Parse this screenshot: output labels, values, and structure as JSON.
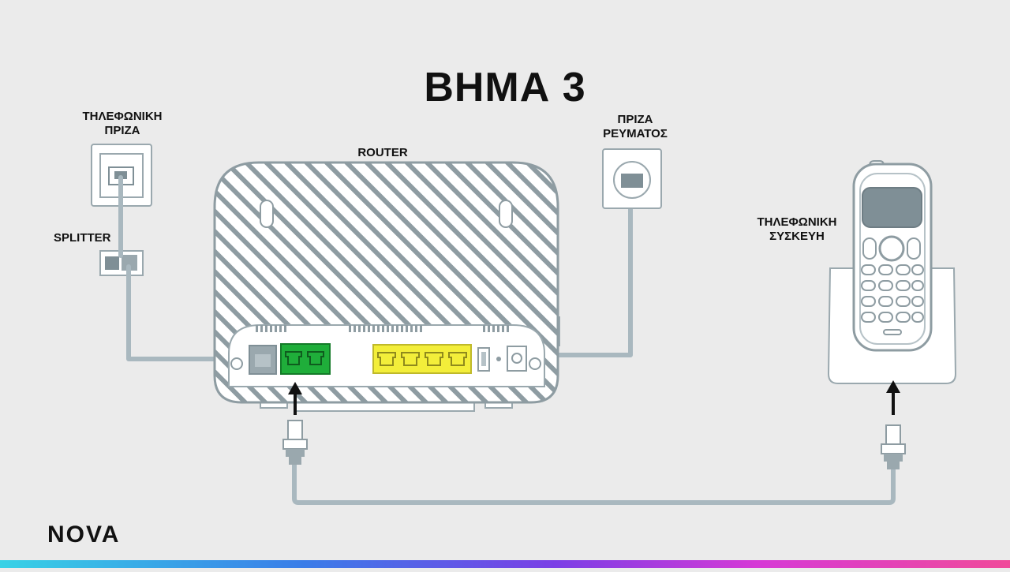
{
  "title": "ΒΗΜΑ 3",
  "labels": {
    "wall_socket": "ΤΗΛΕΦΩΝΙΚΗ\nΠΡΙΖΑ",
    "router": "ROUTER",
    "power_socket": "ΠΡΙΖΑ\nΡΕΥΜΑΤΟΣ",
    "splitter": "SPLITTER",
    "phone": "ΤΗΛΕΦΩΝΙΚΗ\nΣΥΣΚΕΥΗ"
  },
  "logo": "NOVA",
  "colors": {
    "background": "#ebebeb",
    "cable": "#a9b8bf",
    "outline": "#7f8f96",
    "phone_port": "#1fae3a",
    "lan_port": "#f3ee3a",
    "title": "#111111"
  },
  "icons": [
    "wall-socket-icon",
    "power-socket-icon",
    "splitter-icon",
    "router-icon",
    "cordless-phone-icon",
    "arrow-up-icon",
    "rj11-plug-icon"
  ]
}
